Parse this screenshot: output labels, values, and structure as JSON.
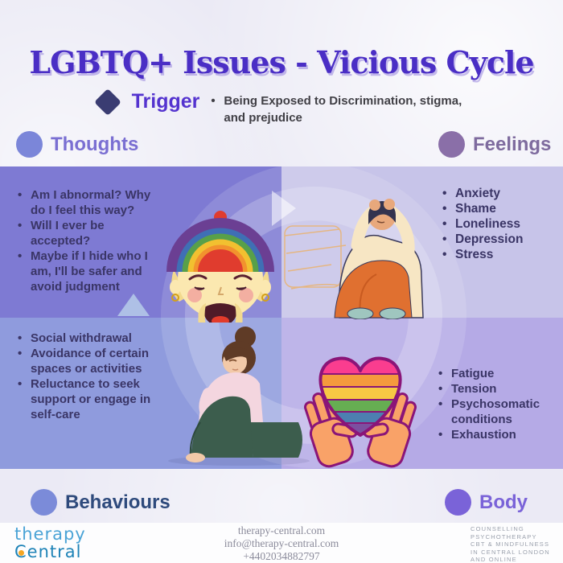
{
  "title": "LGBTQ+ Issues - Vicious Cycle",
  "trigger": {
    "label": "Trigger",
    "text": "Being Exposed to Discrimination, stigma, and prejudice"
  },
  "quadrants": {
    "thoughts": {
      "label": "Thoughts",
      "items": [
        "Am I abnormal? Why do I feel this way?",
        "Will I ever be accepted?",
        "Maybe if I hide who I am, I'll be safer and avoid judgment"
      ]
    },
    "feelings": {
      "label": "Feelings",
      "items": [
        "Anxiety",
        "Shame",
        "Loneliness",
        "Depression",
        "Stress"
      ]
    },
    "behaviours": {
      "label": "Behaviours",
      "items": [
        "Social withdrawal",
        "Avoidance of certain spaces or activities",
        "Reluctance to seek support or engage in self-care"
      ]
    },
    "body": {
      "label": "Body",
      "items": [
        "Fatigue",
        "Tension",
        "Psychosomatic conditions",
        "Exhaustion"
      ]
    }
  },
  "footer": {
    "logo": {
      "line1": "therapy",
      "line2": "Central"
    },
    "contact": [
      "therapy-central.com",
      "info@therapy-central.com",
      "+4402034882797"
    ],
    "services": [
      "COUNSELLING",
      "PSYCHOTHERAPY",
      "CBT & MINDFULNESS",
      "IN CENTRAL LONDON",
      "AND ONLINE"
    ]
  },
  "icons": {
    "trigger": "diamond-icon",
    "section_marker": "circle-icon",
    "illustrations": [
      "crying-face-rainbow-beanie",
      "person-holding-head",
      "woman-hugging-knees",
      "hands-holding-rainbow-heart"
    ]
  },
  "colors": {
    "title": "#4a2ec5",
    "trigger_label": "#5433cf",
    "quadrant_thoughts": "#7e7ad3",
    "quadrant_feelings": "#c7c4e9",
    "quadrant_behaviours": "#8f9bdd",
    "quadrant_body": "#b5aae6",
    "list_text": "#3a3566",
    "logo_blue": "#1e83b7"
  }
}
